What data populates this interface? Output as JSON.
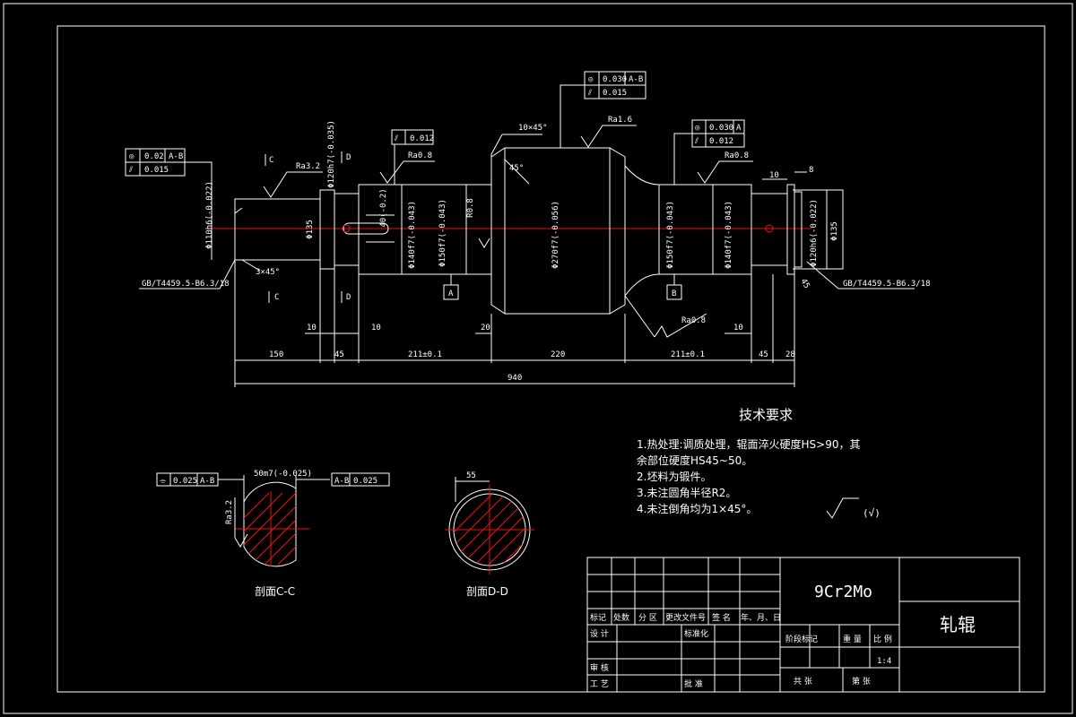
{
  "drawing": {
    "part_name": "轧辊",
    "material": "9Cr2Mo",
    "scale": "1:4"
  },
  "tech_requirements": {
    "title": "技术要求",
    "items": [
      "1.热处理:调质处理，辊面淬火硬度HS>90，其",
      "余部位硬度HS45~50。",
      "2.坯料为锻件。",
      "3.未注圆角半径R2。",
      "4.未注倒角均为1×45°。"
    ],
    "roughness_symbol_text": "(√)"
  },
  "dimensions": {
    "total_length": "940",
    "seg_left_end": "150",
    "seg_mid_left": "211±0.1",
    "seg_center": "220",
    "seg_mid_right": "211±0.1",
    "seg_right_end": "28",
    "groove_left": "45",
    "groove_right": "45",
    "small_10_a": "10",
    "small_10_b": "10",
    "small_10_c": "10",
    "small_10_d": "10",
    "small_20": "20",
    "small_8": "8",
    "chamfer_left": "3×45°",
    "chamfer_top": "10×45°",
    "angle_45": "45°",
    "dia_left_journal": "Φ110h6(-0.022)",
    "dia_135_left": "Φ135",
    "dia_135_right": "Φ135",
    "dia_140_left": "Φ140f7(-0.043)",
    "dia_150_left": "Φ150f7(-0.043)",
    "dia_roll": "Φ270f7(-0.056)",
    "dia_150_right": "Φ150f7(-0.043)",
    "dia_140_right": "Φ140f7(-0.043)",
    "dia_right_journal": "Φ120h6(-0.022)",
    "dia_120_flange": "Φ120h7(-0.035)",
    "keyway_depth": "40(-0.2)",
    "r_label": "R0.8",
    "thread_left": "GB/T4459.5-B6.3/18",
    "thread_right": "GB/T4459.5-B6.3/18",
    "right_45": "45"
  },
  "roughness": {
    "left_end": "Ra3.2",
    "left_mid": "Ra0.8",
    "center": "Ra1.6",
    "right_mid": "Ra0.8",
    "bottom": "Ra0.8",
    "section_c": "Ra3.2"
  },
  "tolerances": {
    "left": {
      "row1_symbol": "◎",
      "row1_value": "0.02",
      "row1_datum": "A-B",
      "row2_symbol": "⫽",
      "row2_value": "0.015"
    },
    "left_mid": {
      "symbol": "⫽",
      "value": "0.012"
    },
    "top": {
      "row1_symbol": "◎",
      "row1_value": "0.030",
      "row1_datum": "A-B",
      "row2_symbol": "⫽",
      "row2_value": "0.015"
    },
    "right": {
      "row1_symbol": "◎",
      "row1_value": "0.030",
      "row1_datum": "A",
      "row2_symbol": "⫽",
      "row2_value": "0.012"
    },
    "section_c_left": {
      "symbol": "⌯",
      "value": "0.025",
      "datum": "A-B"
    },
    "section_c_right": {
      "datum": "A-B",
      "value": "0.025"
    }
  },
  "datums": {
    "a": "A",
    "b": "B"
  },
  "section_marks": {
    "c_top": "C",
    "c_bottom": "C",
    "d_top": "D",
    "d_bottom": "D"
  },
  "section_views": {
    "c_label": "剖面C-C",
    "d_label": "剖面D-D",
    "c_key_dim": "50m7(-0.025)",
    "d_key_dim": "55"
  },
  "title_block": {
    "rev_headers": [
      "标记",
      "处数",
      "分 区",
      "更改文件号",
      "签 名",
      "年、月、日"
    ],
    "design": "设 计",
    "standard": "标准化",
    "review": "审 核",
    "process": "工 艺",
    "approve": "批 准",
    "stage_mark": "阶段标记",
    "weight": "重 量",
    "scale_label": "比 例",
    "sheets_total": "共   张",
    "sheet_no": "第   张"
  }
}
